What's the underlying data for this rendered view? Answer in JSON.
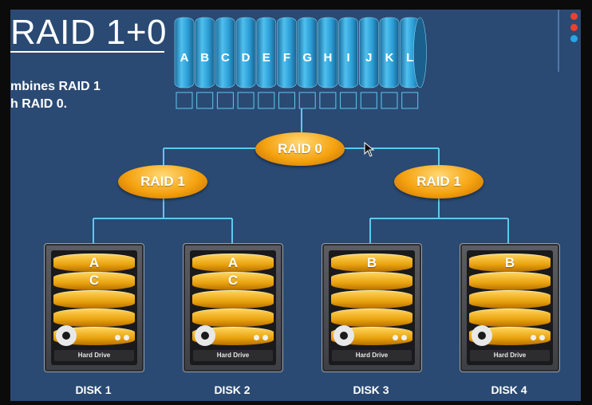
{
  "slide": {
    "title": "RAID 1+0",
    "description_lines": [
      "mbines RAID 1",
      "h RAID 0."
    ]
  },
  "indicator_colors": [
    "#e8432f",
    "#e8432f",
    "#2aa5e6"
  ],
  "data_blocks": [
    "A",
    "B",
    "C",
    "D",
    "E",
    "F",
    "G",
    "H",
    "I",
    "J",
    "K",
    "L"
  ],
  "nodes": {
    "raid0": {
      "label": "RAID 0"
    },
    "raid1_left": {
      "label": "RAID 1"
    },
    "raid1_right": {
      "label": "RAID 1"
    }
  },
  "disks": [
    {
      "label": "DISK 1",
      "contents": [
        "A",
        "C"
      ],
      "drive_text": "Hard Drive"
    },
    {
      "label": "DISK 2",
      "contents": [
        "A",
        "C"
      ],
      "drive_text": "Hard Drive"
    },
    {
      "label": "DISK 3",
      "contents": [
        "B"
      ],
      "drive_text": "Hard Drive"
    },
    {
      "label": "DISK 4",
      "contents": [
        "B"
      ],
      "drive_text": "Hard Drive"
    }
  ],
  "colors": {
    "slide_background": "#2a4a73",
    "connector": "#5ec8f0",
    "cylinder_blue": "#2e9fd6",
    "raid_node_orange": "#f5a311",
    "platter_gold": "#f2b01e"
  }
}
